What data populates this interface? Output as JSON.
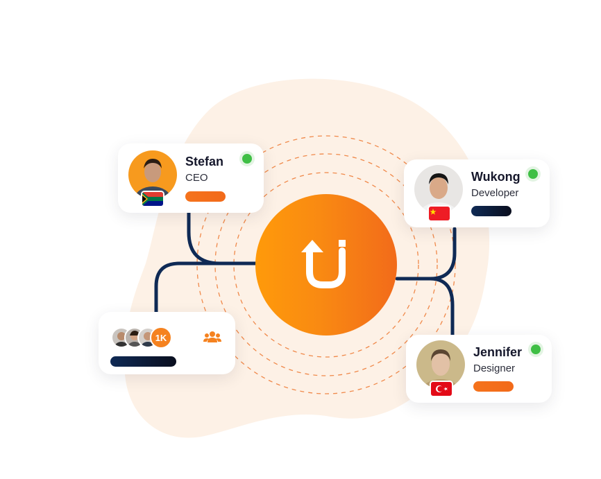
{
  "hub": {
    "logo": "upload-u-logo-icon"
  },
  "cards": {
    "stefan": {
      "name": "Stefan",
      "role": "CEO",
      "flag": "south-africa-flag-icon",
      "status": "online"
    },
    "wukong": {
      "name": "Wukong",
      "role": "Developer",
      "flag": "china-flag-icon",
      "status": "online"
    },
    "jennifer": {
      "name": "Jennifer",
      "role": "Designer",
      "flag": "turkey-flag-icon",
      "status": "online"
    }
  },
  "team": {
    "count_label": "1K",
    "icon": "team-group-icon"
  },
  "colors": {
    "accent": "#f5731c",
    "navy": "#0f2a55",
    "online": "#3fbf45",
    "blob": "#fdf1e6"
  }
}
